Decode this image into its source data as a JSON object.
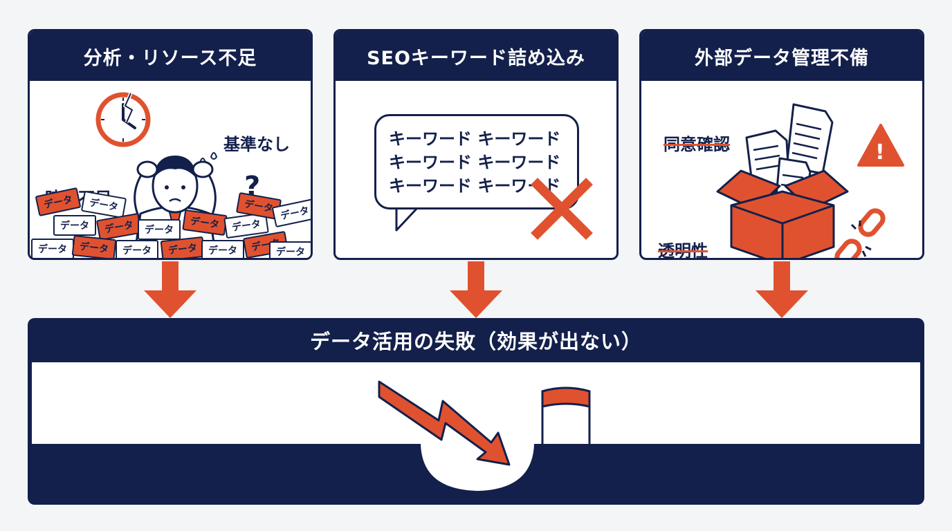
{
  "panels": [
    {
      "title": "分析・リソース不足",
      "labels": {
        "time": "時間不足",
        "standard": "基準なし",
        "question": "?"
      },
      "card_label": "データ"
    },
    {
      "title": "SEOキーワード詰め込み",
      "keywords": [
        "キーワード キーワード",
        "キーワード キーワード",
        "キーワード キーワード"
      ]
    },
    {
      "title": "外部データ管理不備",
      "labels": {
        "consent": "同意確認",
        "transparency": "透明性",
        "warning": "!"
      }
    }
  ],
  "result": {
    "title": "データ活用の失敗（効果が出ない）"
  },
  "colors": {
    "navy": "#13204b",
    "accent": "#e0522f",
    "white": "#ffffff"
  },
  "icons": [
    "clock-icon",
    "stressed-person-icon",
    "sweat-drops-icon",
    "speech-bubble-icon",
    "x-mark-icon",
    "box-icon",
    "document-icon",
    "warning-icon",
    "broken-chain-icon",
    "down-arrow-icon",
    "declining-trend-arrow-icon",
    "pit-icon",
    "flag-post-icon"
  ]
}
